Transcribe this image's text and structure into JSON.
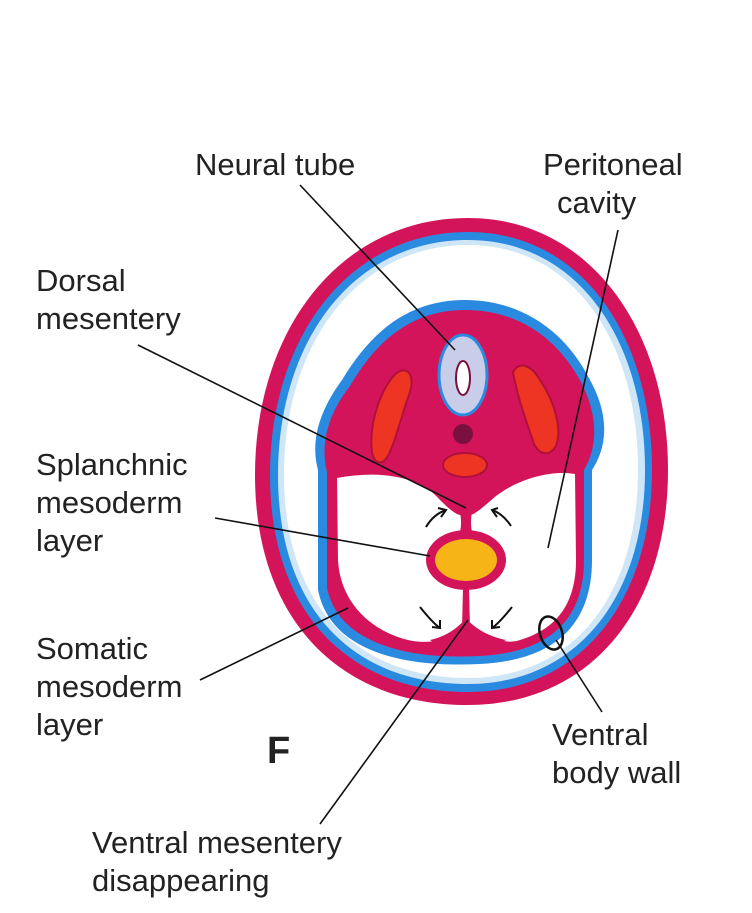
{
  "panel_letter": "F",
  "labels": {
    "neural_tube": [
      "Neural tube"
    ],
    "peritoneal_cavity": [
      "Peritoneal",
      "cavity"
    ],
    "dorsal_mesentery": [
      "Dorsal",
      "mesentery"
    ],
    "splanchnic_mesoderm": [
      "Splanchnic",
      "mesoderm",
      "layer"
    ],
    "somatic_mesoderm": [
      "Somatic",
      "mesoderm",
      "layer"
    ],
    "ventral_body_wall": [
      "Ventral",
      "body wall"
    ],
    "ventral_mesentery": [
      "Ventral mesentery",
      "disappearing"
    ]
  },
  "colors": {
    "body_wall": "#d4145a",
    "blue_layer": "#2a8ae0",
    "light_blue": "#cfe6f7",
    "neural_tube": "#c9cdea",
    "muscle": "#ee3524",
    "gut": "#f6b417",
    "notochord": "#7a1040",
    "line": "#111111"
  }
}
